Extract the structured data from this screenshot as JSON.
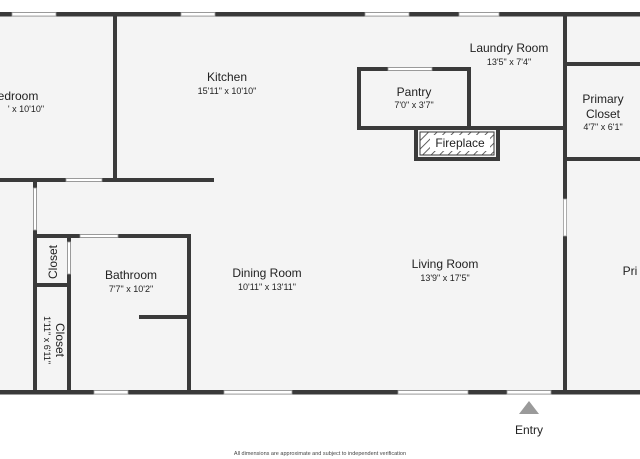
{
  "rooms": {
    "bedroom": {
      "name": "edroom",
      "dims": "' x 10'10\""
    },
    "kitchen": {
      "name": "Kitchen",
      "dims": "15'11\" x 10'10\""
    },
    "laundry": {
      "name": "Laundry Room",
      "dims": "13'5\" x 7'4\""
    },
    "pantry": {
      "name": "Pantry",
      "dims": "7'0\" x 3'7\""
    },
    "fireplace": {
      "name": "Fireplace"
    },
    "primary_closet": {
      "name_line1": "Primary",
      "name_line2": "Closet",
      "dims": "4'7\" x 6'1\""
    },
    "closet_small": {
      "name": "Closet"
    },
    "closet_side": {
      "name": "Closet",
      "dims": "1'11\" x 6'11\""
    },
    "bathroom": {
      "name": "Bathroom",
      "dims": "7'7\" x 10'2\""
    },
    "dining": {
      "name": "Dining Room",
      "dims": "10'11\" x 13'11\""
    },
    "living": {
      "name": "Living Room",
      "dims": "13'9\" x 17'5\""
    },
    "primary_bedroom": {
      "name": "Pri"
    }
  },
  "entry_label": "Entry",
  "disclaimer": "All dimensions are approximate and subject to independent verification",
  "colors": {
    "wall": "#3a3a3a",
    "floor": "#f4f4f4",
    "window": "#ffffff",
    "entry_marker": "#9a9a9a"
  }
}
